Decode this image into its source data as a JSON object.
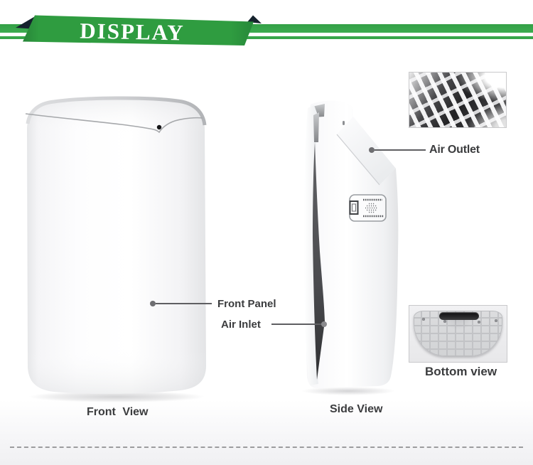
{
  "banner": {
    "title": "DISPLAY"
  },
  "callouts": {
    "front_panel": "Front Panel",
    "air_inlet": "Air Inlet",
    "air_outlet": "Air Outlet"
  },
  "captions": {
    "front_view": "Front View",
    "side_view": "Side View",
    "bottom_view": "Bottom view"
  },
  "photos": {
    "front_view": "air-purifier-front",
    "side_view": "air-purifier-side",
    "air_outlet_detail": "air-outlet-grille-closeup",
    "bottom_view": "air-purifier-bottom-base"
  },
  "colors": {
    "banner_green": "#2f9c40",
    "stripe_green": "#37a54a",
    "banner_fold_dark": "#15222d",
    "banner_text": "#ffffff",
    "label_text": "#3b3c3e",
    "leader_line": "#5f5f62",
    "photo_border": "#c9c9cb"
  }
}
